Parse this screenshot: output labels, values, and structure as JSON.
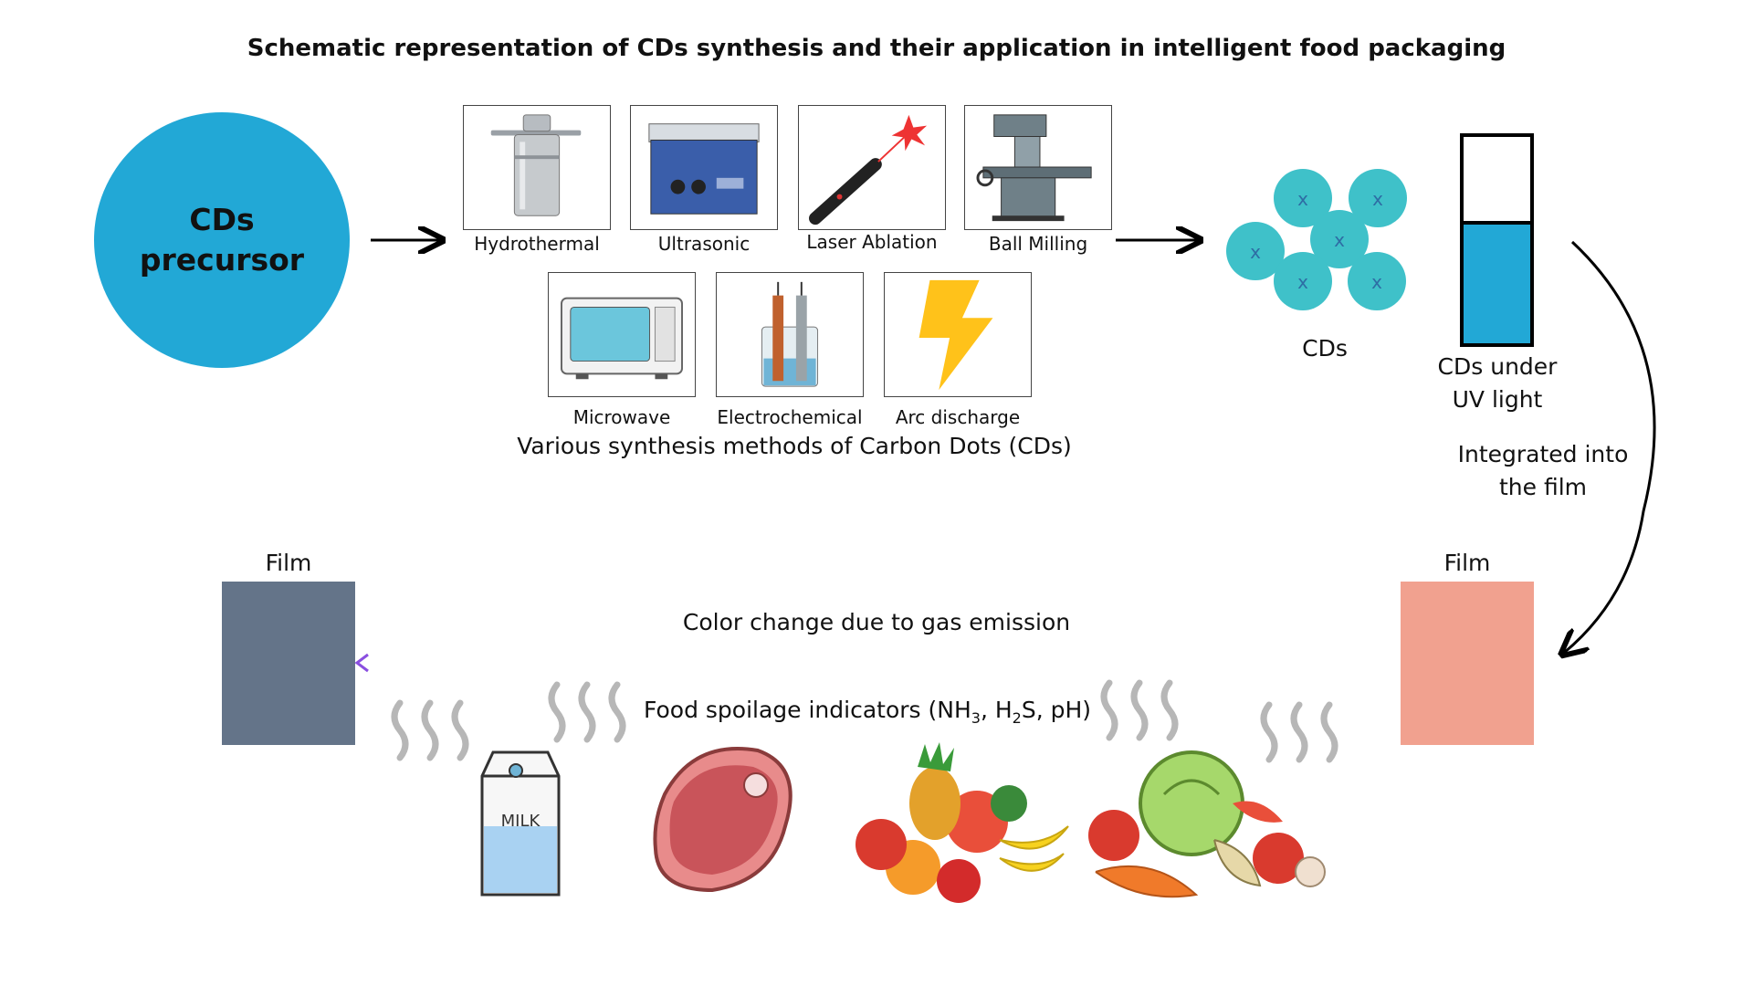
{
  "title": "Schematic representation of CDs synthesis and their application in intelligent food packaging",
  "precursor": {
    "line1": "CDs",
    "line2": "precursor",
    "color": "#22A8D6"
  },
  "methods": {
    "items": [
      {
        "label": "Hydrothermal",
        "icon": "autoclave-icon"
      },
      {
        "label": "Ultrasonic",
        "icon": "ultrasonic-bath-icon"
      },
      {
        "label": "Laser Ablation",
        "icon": "laser-pointer-icon"
      },
      {
        "label": "Ball Milling",
        "icon": "milling-machine-icon"
      },
      {
        "label": "Microwave",
        "icon": "microwave-icon"
      },
      {
        "label": "Electrochemical",
        "icon": "electrochemical-cell-icon"
      },
      {
        "label": "Arc discharge",
        "icon": "lightning-bolt-icon"
      }
    ],
    "caption": "Various synthesis methods of Carbon Dots (CDs)"
  },
  "cds": {
    "label": "CDs",
    "particle_mark": "x",
    "particle_color": "#3FC1C9",
    "mark_color": "#2E6DA4"
  },
  "uv": {
    "line1": "CDs under",
    "line2": "UV light",
    "fill_color": "#22A8D6"
  },
  "integration": {
    "line1": "Integrated into",
    "line2": "the film"
  },
  "film_right": {
    "label": "Film",
    "color": "#F1A18F"
  },
  "film_left": {
    "label": "Film",
    "color": "#647489"
  },
  "color_change": "Color change due to gas emission",
  "indicators": {
    "prefix": "Food spoilage indicators (NH",
    "sub1": "3",
    "mid1": ", H",
    "sub2": "2",
    "suffix": "S, pH)"
  },
  "foods": {
    "milk_text": "MILK",
    "items": [
      "milk-carton-icon",
      "meat-steak-icon",
      "fruits-icon",
      "vegetables-icon"
    ]
  }
}
